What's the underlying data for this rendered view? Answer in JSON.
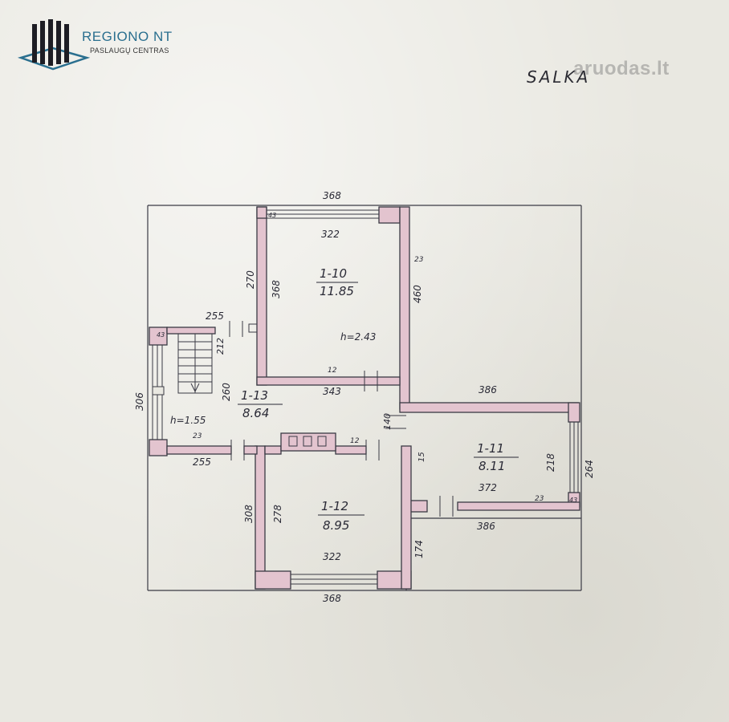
{
  "logo": {
    "title": "REGIONO NT",
    "subtitle": "PASLAUGŲ CENTRAS"
  },
  "watermark": "aruodas.lt",
  "plan_title": "SALKA",
  "rooms": [
    {
      "id": "1-10",
      "area": "11.85"
    },
    {
      "id": "1-11",
      "area": "8.11"
    },
    {
      "id": "1-12",
      "area": "8.95"
    },
    {
      "id": "1-13",
      "area": "8.64"
    }
  ],
  "heights": {
    "main": "h=2.43",
    "stair": "h=1.55"
  },
  "dimensions": {
    "top_overall": "368",
    "bottom_overall": "368",
    "r10_top_inner": "322",
    "r10_left_outer": "270",
    "r10_left_inner": "368",
    "r10_right": "460",
    "r10_bottom": "343",
    "r10_wall": "23",
    "r10_small": "12",
    "r10_corner": "43",
    "stair_width": "255",
    "stair_depth": "212",
    "stair_hall": "260",
    "stair_left": "306",
    "stair_corner": "43",
    "stair_wall": "23",
    "stair_bottom": "255",
    "r11_top": "386",
    "r11_inner": "372",
    "r11_bottom": "386",
    "r11_right_inner": "218",
    "r11_right_outer": "264",
    "r11_wall": "23",
    "r11_corner": "43",
    "door_140": "140",
    "door_15": "15",
    "door_12": "12",
    "r12_left_outer": "308",
    "r12_left_inner": "278",
    "r12_bottom": "322",
    "r12_right": "174"
  }
}
